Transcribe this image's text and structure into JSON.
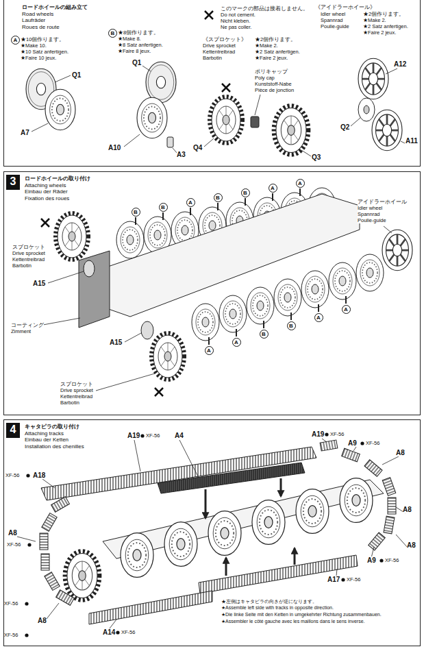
{
  "diagram": {
    "nodes": [
      {
        "text": [
          "ロードホイールの組み立て",
          "Road wheels",
          "Laufräder",
          "Roues de route"
        ]
      },
      {
        "text": [
          "ロードホイールの取り付け",
          "Attaching wheels",
          "Einbau der Räder",
          "Fixation des roues"
        ]
      },
      {
        "text": [
          "3"
        ],
        "in": 1
      },
      {
        "text": [
          "キャタピラの取り付け",
          "Attaching tracks",
          "Einbau der Ketten",
          "Installation des chenilles"
        ]
      },
      {
        "text": [
          "4"
        ],
        "in": 3
      }
    ],
    "labels": [
      "このマークの部品は接着しません。",
      "Do not cement.",
      "Nicht kleben.",
      "Ne pas coller.",
      "《アイドラーホイール》",
      "Idler wheel",
      "Spannrad",
      "Poulie-guide",
      "★2個作ります。",
      "★Make 2.",
      "★2 Satz anfertigen.",
      "★Faire 2 jeux.",
      "A",
      "★10個作ります。",
      "★Make 10.",
      "★10 Satz anfertigen.",
      "★Faire 10 jeux.",
      "B",
      "★8個作ります。",
      "★Make 8.",
      "★8 Satz anfertigen.",
      "★Faire 8 jeux.",
      "《スプロケット》",
      "★2個作ります。",
      "Drive sprocket",
      "★Make 2.",
      "Kettentreibrad",
      "★2 Satz anfertigen.",
      "Barbotin",
      "★Faire 2 jeux.",
      "ポリキャップ",
      "Poly cap",
      "Kunststoff-Nabe",
      "Pièce de jonction",
      "Q1",
      "A7",
      "Q1",
      "A10",
      "A3",
      "Q4",
      "Q3",
      "A12",
      "Q2",
      "A11",
      "スプロケット",
      "Drive sprocket",
      "Kettentreibrad",
      "Barbotin",
      "A15",
      "コーティング",
      "Zimment",
      "A15",
      "スプロケット",
      "Drive sprocket",
      "Kettentreibrad",
      "Barbotin",
      "アイドラーホイール",
      "Idler wheel",
      "Spannrad",
      "Poulie-guide",
      "B",
      "B",
      "A",
      "B",
      "B",
      "A",
      "A",
      "A",
      "A",
      "B",
      "B",
      "A",
      "A",
      "A19",
      "XF-56",
      "A4",
      "XF-56",
      "A18",
      "A19",
      "XF-56",
      "A9",
      "XF-56",
      "A8",
      "A8",
      "XF-56",
      "A8",
      "A8",
      "A9",
      "XF-56",
      "A17",
      "XF-56",
      "XF-56",
      "A14",
      "XF-56",
      "A8",
      "XF-56",
      "★左側はキャタピラの向きが逆になります。",
      "★Assemble left side with tracks in opposite direction.",
      "★Die linke Seite mit den Ketten in umgekehrter Richtung zusammenbauen.",
      "★Assembler le côté gauche avec les maillons dans le sens inverse."
    ]
  }
}
